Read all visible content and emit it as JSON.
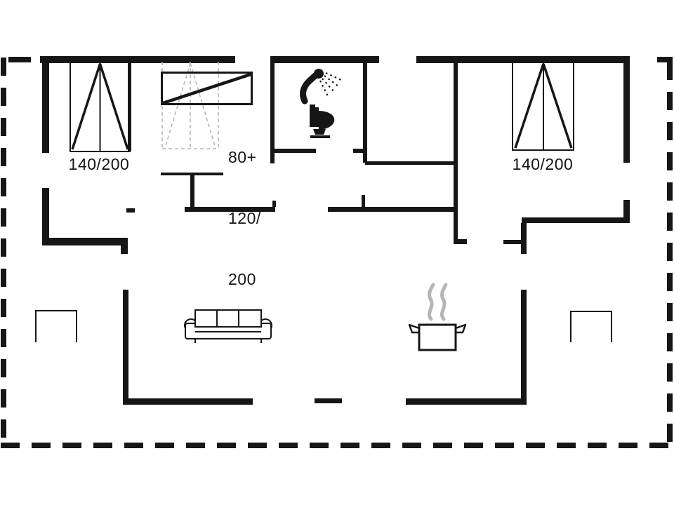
{
  "floorplan": {
    "type": "summer-house floor plan",
    "colors": {
      "wall": "#161616",
      "background": "#ffffff",
      "light_gray": "#b5b5b5"
    },
    "labels": {
      "bed_left": "140/200",
      "bed_right": "140/200",
      "bunk_line1": "80+",
      "bunk_line2": "120/",
      "bunk_line3": "200"
    },
    "icons": {
      "shower": "shower-icon",
      "toilet": "toilet-icon",
      "sofa": "sofa-icon",
      "pot": "cooking-pot-icon",
      "steam": "steam-icon",
      "table_left": "table-icon",
      "table_right": "table-icon"
    }
  }
}
